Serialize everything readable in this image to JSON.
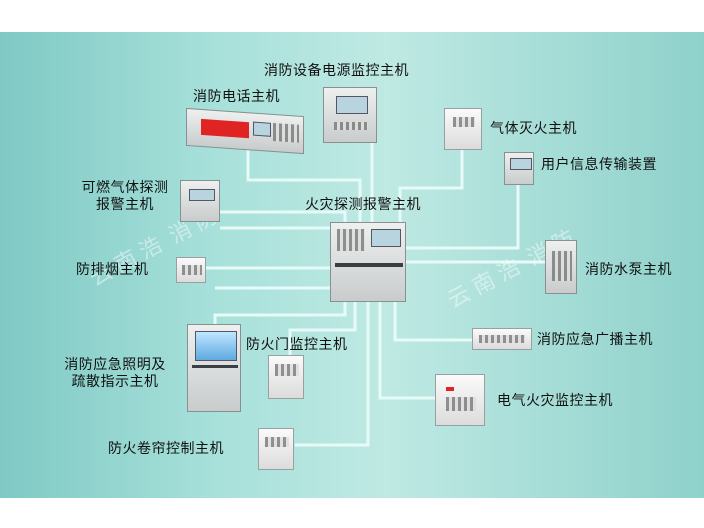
{
  "labels": {
    "power_monitor": "消防设备电源监控主机",
    "phone": "消防电话主机",
    "gas_extinguish": "气体灭火主机",
    "user_info": "用户信息传输装置",
    "gas_detect_line1": "可燃气体探测",
    "gas_detect_line2": "报警主机",
    "fire_alarm": "火灾探测报警主机",
    "smoke_exhaust": "防排烟主机",
    "pump": "消防水泵主机",
    "broadcast": "消防应急广播主机",
    "door": "防火门监控主机",
    "lighting_line1": "消防应急照明及",
    "lighting_line2": "疏散指示主机",
    "electrical": "电气火灾监控主机",
    "shutter": "防火卷帘控制主机"
  },
  "watermark": {
    "left": "云南浩",
    "right": "云南浩",
    "mid": "消防"
  },
  "colors": {
    "wire": "#e6fbf8",
    "background": "#9fdcd6",
    "alarm_red": "#e02424"
  }
}
